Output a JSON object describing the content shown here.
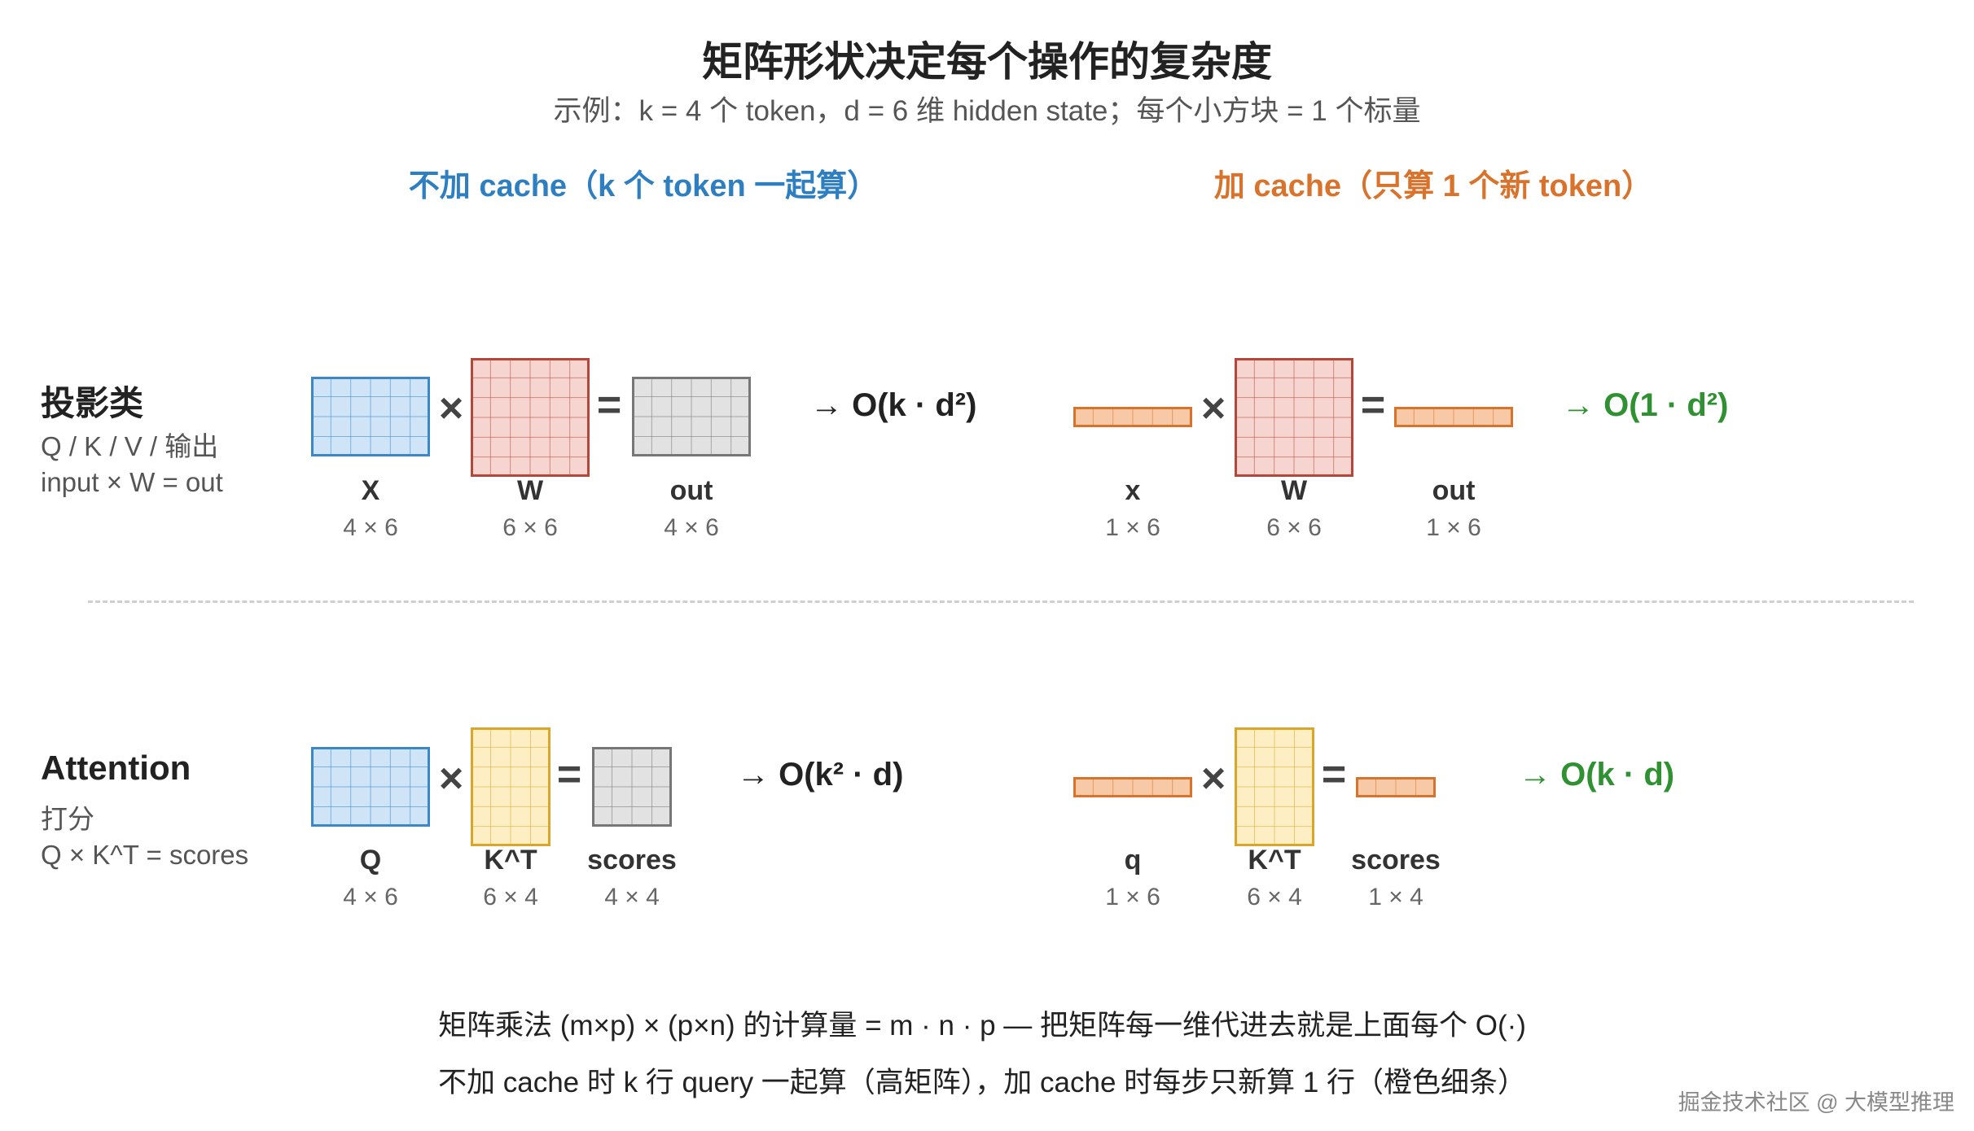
{
  "title": "矩阵形状决定每个操作的复杂度",
  "subtitle": "示例：k = 4 个 token，d = 6 维 hidden state；每个小方块 = 1 个标量",
  "columns": {
    "no_cache": "不加 cache（k 个 token 一起算）",
    "with_cache": "加 cache（只算 1 个新 token）"
  },
  "colors": {
    "blue_fill": "#cfe4f7",
    "blue_line": "#3b87c8",
    "red_fill": "#f6d5d0",
    "red_line": "#b5473a",
    "gray_fill": "#e2e2e2",
    "gray_line": "#777777",
    "orange_fill": "#f7c9a6",
    "orange_line": "#d9722b",
    "yellow_fill": "#fdefc3",
    "yellow_line": "#d9a62b",
    "complexity_green": "#2f9131"
  },
  "rows": {
    "projection": {
      "title": "投影类",
      "sub1": "Q / K / V / 输出",
      "sub2": "input × W = out",
      "left": {
        "a": {
          "name": "X",
          "dim": "4 × 6",
          "rows": 4,
          "cols": 6,
          "color": "blue"
        },
        "b": {
          "name": "W",
          "dim": "6 × 6",
          "rows": 6,
          "cols": 6,
          "color": "red"
        },
        "c": {
          "name": "out",
          "dim": "4 × 6",
          "rows": 4,
          "cols": 6,
          "color": "gray"
        },
        "complexity": "→ O(k · d²)"
      },
      "right": {
        "a": {
          "name": "x",
          "dim": "1 × 6",
          "rows": 1,
          "cols": 6,
          "color": "orange"
        },
        "b": {
          "name": "W",
          "dim": "6 × 6",
          "rows": 6,
          "cols": 6,
          "color": "red"
        },
        "c": {
          "name": "out",
          "dim": "1 × 6",
          "rows": 1,
          "cols": 6,
          "color": "orange"
        },
        "complexity": "→ O(1 · d²)"
      }
    },
    "attention": {
      "title": "Attention",
      "sub1": "打分",
      "sub2": "Q × K^T = scores",
      "left": {
        "a": {
          "name": "Q",
          "dim": "4 × 6",
          "rows": 4,
          "cols": 6,
          "color": "blue"
        },
        "b": {
          "name": "K^T",
          "dim": "6 × 4",
          "rows": 6,
          "cols": 4,
          "color": "yellow"
        },
        "c": {
          "name": "scores",
          "dim": "4 × 4",
          "rows": 4,
          "cols": 4,
          "color": "gray"
        },
        "complexity": "→ O(k² · d)"
      },
      "right": {
        "a": {
          "name": "q",
          "dim": "1 × 6",
          "rows": 1,
          "cols": 6,
          "color": "orange"
        },
        "b": {
          "name": "K^T",
          "dim": "6 × 4",
          "rows": 6,
          "cols": 4,
          "color": "yellow"
        },
        "c": {
          "name": "scores",
          "dim": "1 × 4",
          "rows": 1,
          "cols": 4,
          "color": "orange"
        },
        "complexity": "→ O(k · d)"
      }
    }
  },
  "ops": {
    "times": "×",
    "equals": "="
  },
  "notes": {
    "line1": "矩阵乘法 (m×p) × (p×n) 的计算量 = m · n · p — 把矩阵每一维代进去就是上面每个 O(·)",
    "line2": "不加 cache 时 k 行 query 一起算（高矩阵），加 cache 时每步只新算 1 行（橙色细条）"
  },
  "footer": "掘金技术社区 @ 大模型推理"
}
